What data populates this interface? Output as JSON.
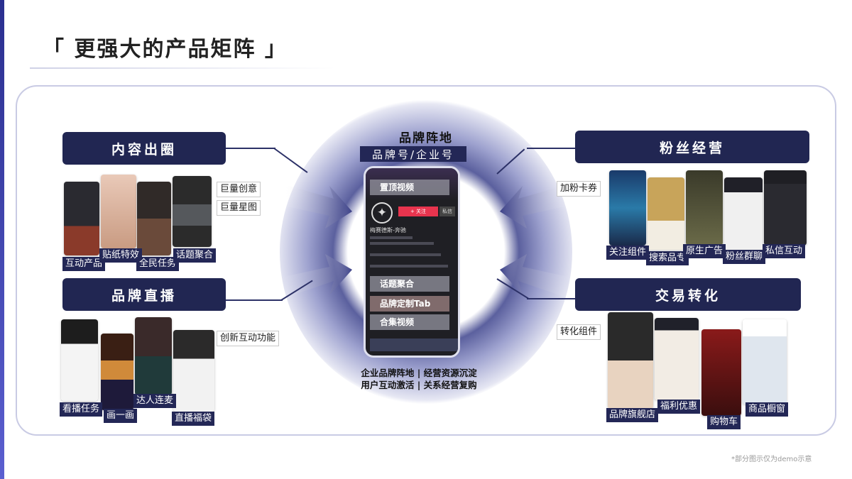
{
  "title": "「 更强大的产品矩阵 」",
  "center": {
    "title": "品牌阵地",
    "subtitle": "品牌号/企业号",
    "phone": {
      "top_button": "置顶视频",
      "follow_label": "+ 关注",
      "message_label": "私信",
      "brand_name": "梅赛德斯-奔驰",
      "mid_button": "话题聚合",
      "tab_button": "品牌定制Tab",
      "collection_button": "合集视频"
    },
    "caption_line1": "企业品牌阵地 | 经营资源沉淀",
    "caption_line2": "用户互动激活 | 关系经营复购"
  },
  "modules": {
    "content": {
      "title": "内容出圈",
      "labels": [
        "巨量创意",
        "巨量星图",
        "互动产品",
        "贴纸特效",
        "全民任务",
        "话题聚合"
      ]
    },
    "live": {
      "title": "品牌直播",
      "labels": [
        "创新互动功能",
        "看播任务",
        "画一画",
        "达人连麦",
        "直播福袋"
      ]
    },
    "fans": {
      "title": "粉丝经营",
      "labels": [
        "加粉卡券",
        "关注组件",
        "搜索品专",
        "原生广告",
        "粉丝群聊",
        "私信互动"
      ]
    },
    "trade": {
      "title": "交易转化",
      "labels": [
        "转化组件",
        "品牌旗舰店",
        "福利优惠",
        "购物车",
        "商品橱窗"
      ]
    }
  },
  "footnote": "*部分图示仅为demo示意",
  "colors": {
    "navy": "#212652",
    "accent_red": "#e8344e",
    "frame": "#c9cbe4"
  }
}
